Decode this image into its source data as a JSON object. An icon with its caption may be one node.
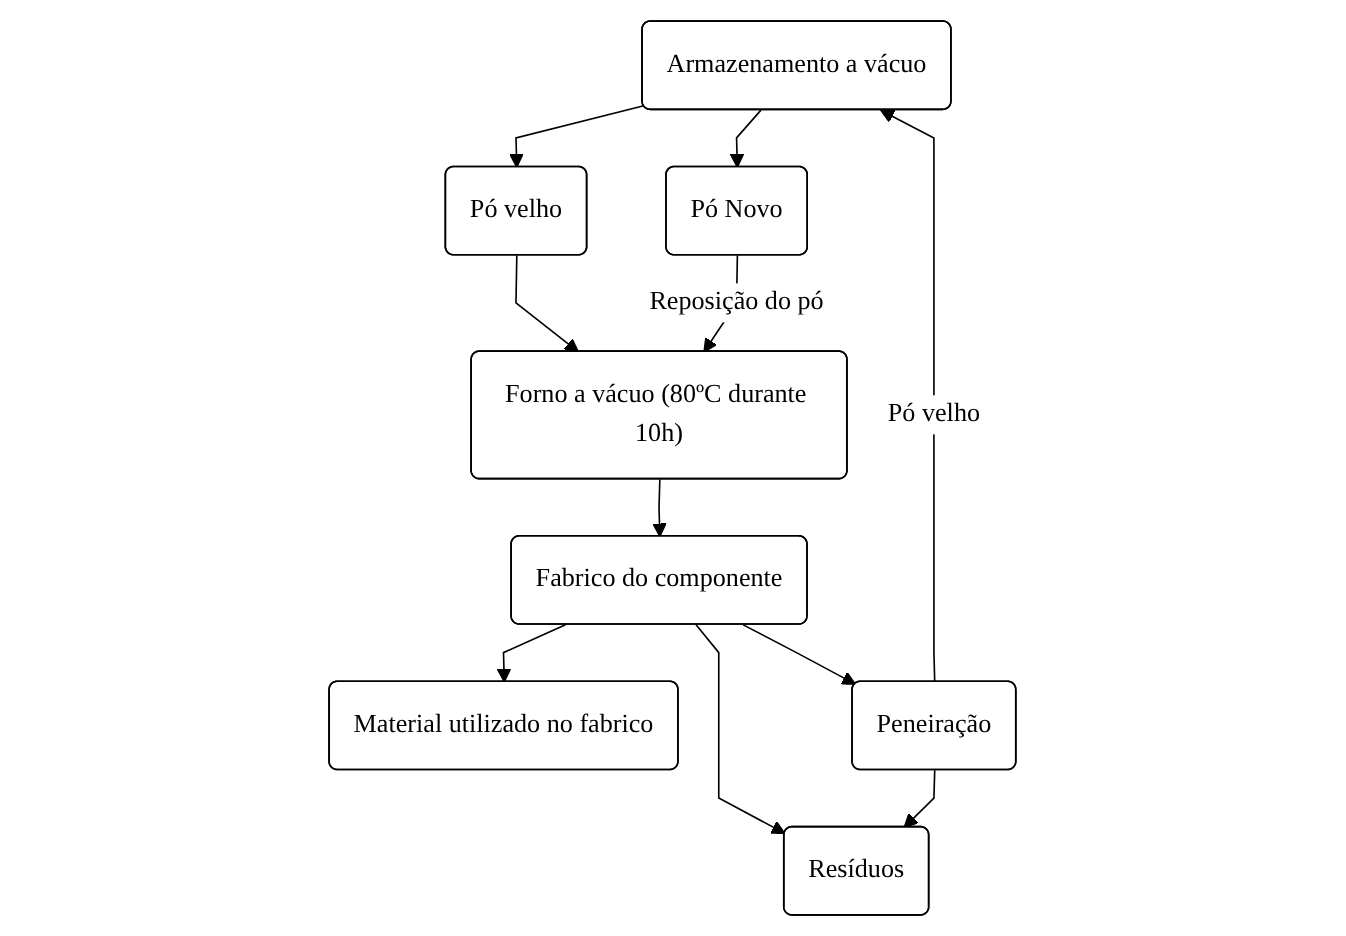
{
  "diagram": {
    "nodes": [
      {
        "text": [
          "Armazenamento a vácuo"
        ]
      },
      {
        "text": [
          "Pó velho"
        ]
      },
      {
        "text": [
          "Pó Novo"
        ]
      },
      {
        "text": [
          "Forno a vácuo (80ºC durante 10h)"
        ]
      },
      {
        "text": [
          "Material utilizado no fabrico"
        ]
      },
      {
        "text": [
          "Fabrico do componente"
        ]
      },
      {
        "text": [
          "Resíduos"
        ]
      },
      {
        "text": [
          "Peneiração"
        ]
      }
    ],
    "edges": [
      {
        "from": 0,
        "to": 1,
        "arrow": "to"
      },
      {
        "from": 0,
        "to": 2,
        "arrow": "to"
      },
      {
        "from": 1,
        "to": 3,
        "arrow": "to"
      },
      {
        "from": 2,
        "to": 3,
        "arrow": "to",
        "label": "Reposição do pó"
      },
      {
        "from": 3,
        "to": 5,
        "arrow": "to"
      },
      {
        "from": 5,
        "to": 4,
        "arrow": "to"
      },
      {
        "from": 5,
        "to": 6,
        "arrow": "to"
      },
      {
        "from": 5,
        "to": 7,
        "arrow": "to"
      },
      {
        "from": 7,
        "to": 6,
        "arrow": "to"
      },
      {
        "from": 7,
        "to": 0,
        "arrow": "to",
        "label": "Pó velho"
      }
    ]
  }
}
